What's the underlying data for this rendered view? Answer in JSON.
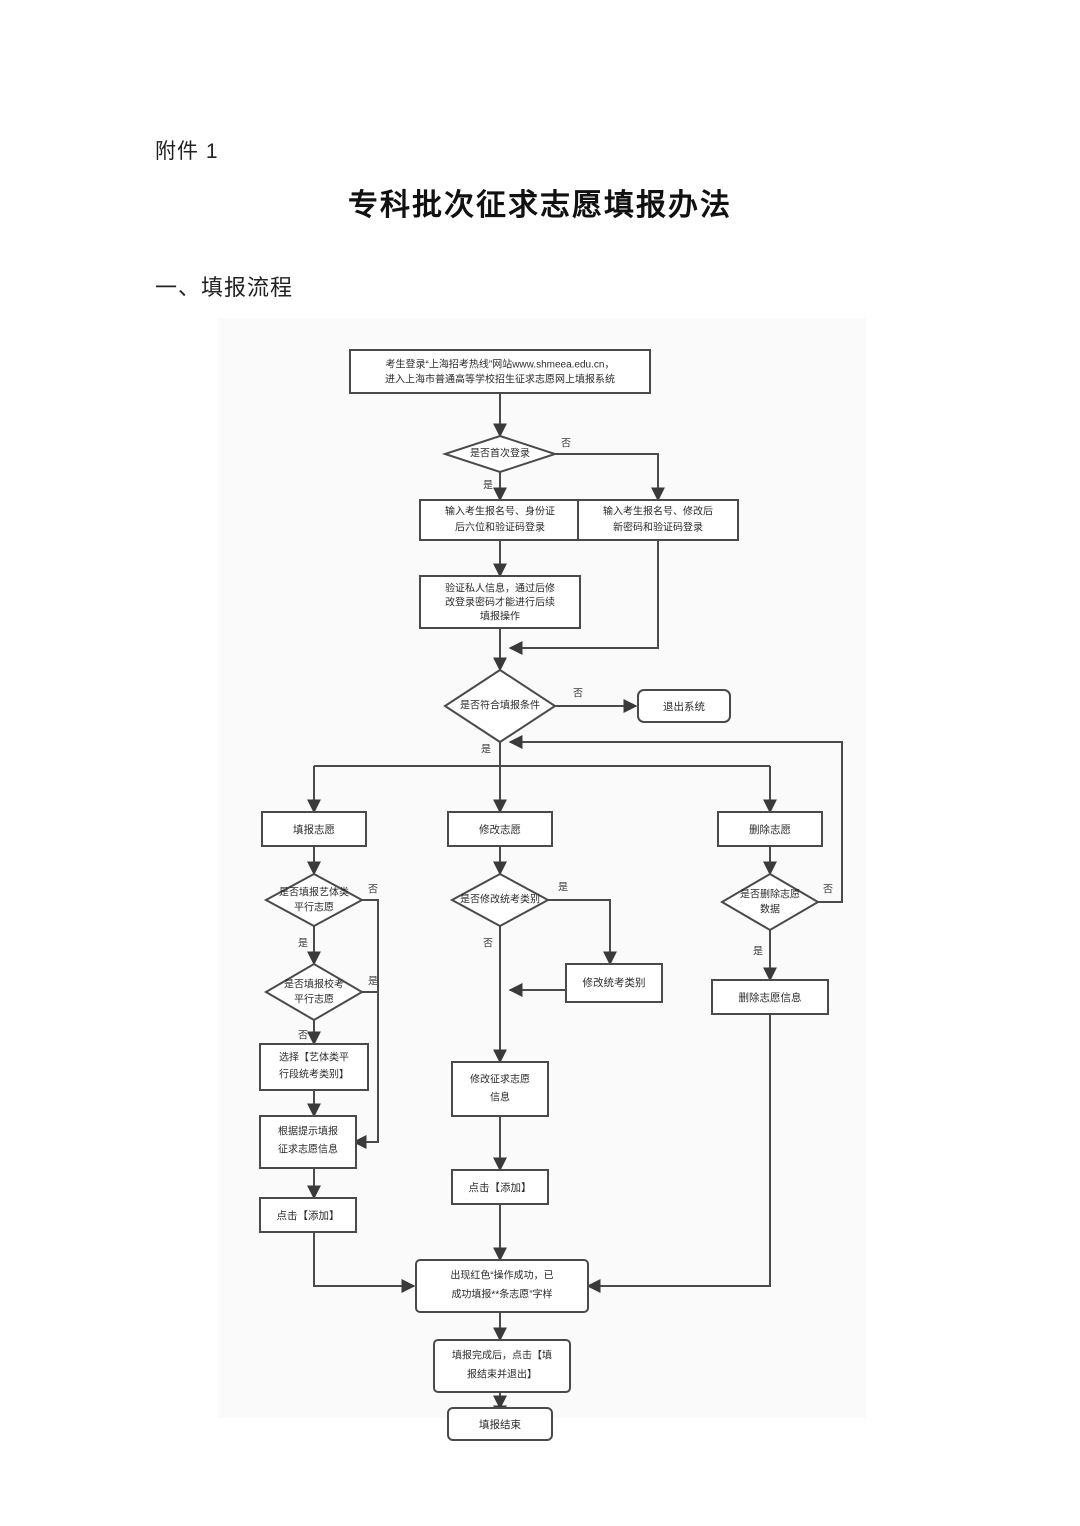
{
  "document": {
    "attachment_label": "附件 1",
    "title": "专科批次征求志愿填报办法",
    "section_heading": "一、填报流程"
  },
  "flowchart": {
    "nodes": {
      "start": {
        "line1": "考生登录“上海招考热线”网站www.shmeea.edu.cn，",
        "line2": "进入上海市普通高等学校招生征求志愿网上填报系统"
      },
      "first_login_decision": "是否首次登录",
      "login_new": {
        "line1": "输入考生报名号、身份证",
        "line2": "后六位和验证码登录"
      },
      "login_existing": {
        "line1": "输入考生报名号、修改后",
        "line2": "新密码和验证码登录"
      },
      "verify_info": {
        "line1": "验证私人信息，通过后修",
        "line2": "改登录密码才能进行后续",
        "line3": "填报操作"
      },
      "eligibility_decision": "是否符合填报条件",
      "exit_system": "退出系统",
      "fill_volunteer": "填报志愿",
      "modify_volunteer": "修改志愿",
      "delete_volunteer": "删除志愿",
      "art_sports_decision": {
        "line1": "是否填报艺体类",
        "line2": "平行志愿"
      },
      "school_exam_decision": {
        "line1": "是否填报校考",
        "line2": "平行志愿"
      },
      "select_category": {
        "line1": "选择【艺体类平",
        "line2": "行段统考类别】"
      },
      "fill_by_prompt": {
        "line1": "根据提示填报",
        "line2": "征求志愿信息"
      },
      "click_add_left": "点击【添加】",
      "modify_exam_decision": "是否修改统考类别",
      "modify_exam_category": "修改统考类别",
      "modify_volunteer_info": {
        "line1": "修改征求志愿",
        "line2": "信息"
      },
      "click_add_middle": "点击【添加】",
      "delete_data_decision": {
        "line1": "是否删除志愿",
        "line2": "数据"
      },
      "delete_volunteer_info": "删除志愿信息",
      "success_message": {
        "line1": "出现红色“操作成功，已",
        "line2": "成功填报**条志愿”字样"
      },
      "finish_and_exit": {
        "line1": "填报完成后，点击【填",
        "line2": "报结束并退出】"
      },
      "end": "填报结束"
    },
    "edge_labels": {
      "first_login_no": "否",
      "first_login_yes": "是",
      "eligibility_no": "否",
      "eligibility_yes": "是",
      "art_sports_no": "否",
      "art_sports_yes": "是",
      "school_exam_yes": "是",
      "school_exam_no": "否",
      "modify_exam_yes": "是",
      "modify_exam_no": "否",
      "delete_data_no": "否",
      "delete_data_yes": "是"
    }
  }
}
